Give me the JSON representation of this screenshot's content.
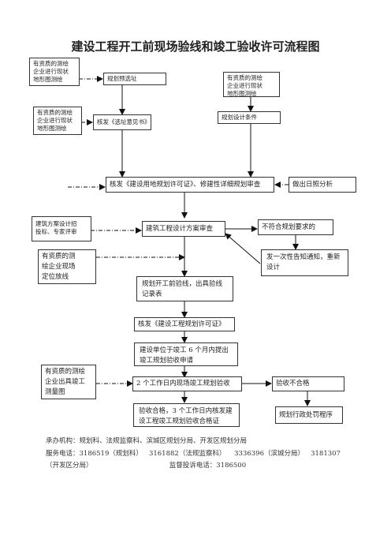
{
  "title": "建设工程开工前现场验线和竣工验收许可流程图",
  "boxes": {
    "survey1": "有资质的测绘\n企业进行现状\n地形图测绘",
    "planning_site": "规划预选址",
    "survey2": "有资质的测绘\n企业进行现状\n地形图测绘",
    "survey3": "有资质的测绘\n企业进行现状\n地形图测绘",
    "site_opinion": "核发《选址意见书》",
    "design_conditions": "规划设计条件",
    "land_permit": "核发《建设用地规划许可证》、修建性详细规划审查",
    "sunlight": "做出日照分析",
    "expert_review": "建筑方案设计招\n投标、专家评审",
    "design_review": "建筑工程设计方案审查",
    "noncompliant": "不符合规划要求的",
    "setout_company": "有资质的测\n绘企业现场\n定位放线",
    "notify": "发一次性告知通知，重新\n设计",
    "pre_check": "规划开工前验线，出具验线\n记录表",
    "project_permit": "核发《建设工程规划许可证》",
    "apply": "建设单位于竣工  6  个月内提出\n竣工规划验收申请",
    "completion_survey": "有资质的测绘\n企业出具竣工\n测量图",
    "acceptance": "2 个工作日内现场竣工规划验收",
    "fail": "验收不合格",
    "pass": "验收合格，3 个工作日内核发建\n设工程竣工规划验收合格证",
    "penalty": "规划行政处罚程序"
  },
  "footer": {
    "line1": "承办机构：规划科、法规监察科、滨城区规划分局、开发区规划分局",
    "line2": "服务电话：3186519（规划科）   3161882（法规监察科）    3336396（滨城分局）   3181307",
    "line3": "（开发区分局）                                    监督投诉电话：3186500"
  }
}
